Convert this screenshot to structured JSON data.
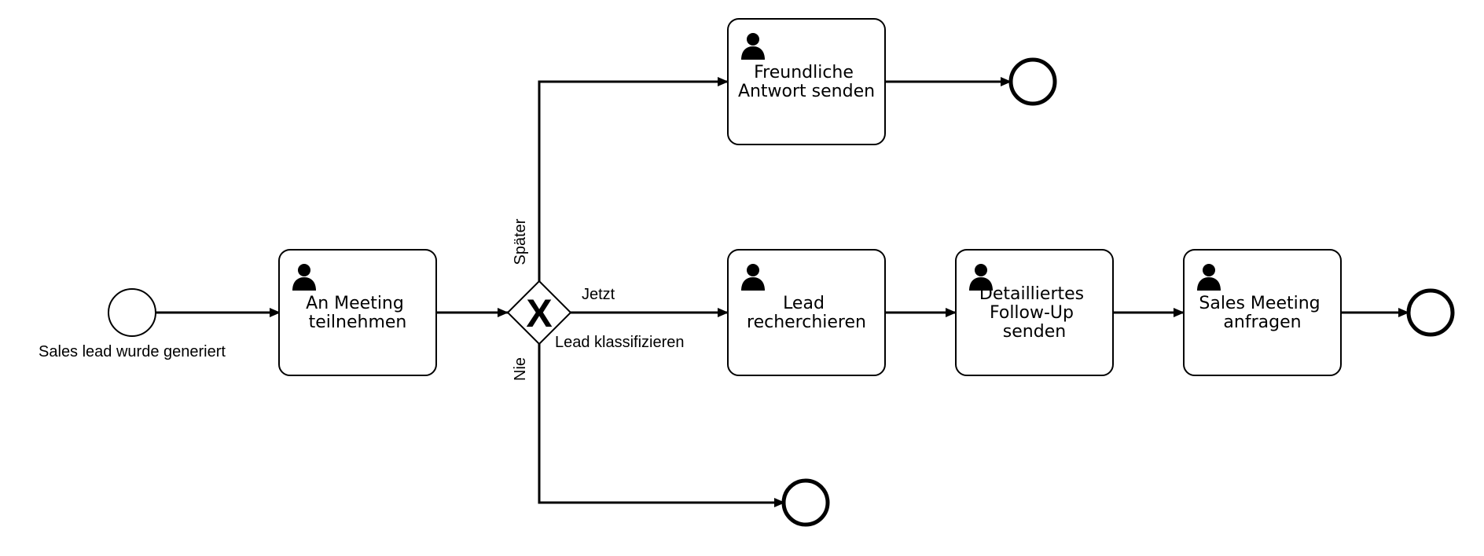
{
  "diagram": {
    "events": {
      "start": {
        "label": "Sales lead wurde generiert"
      }
    },
    "tasks": {
      "meeting": {
        "lines": [
          "An Meeting",
          "teilnehmen"
        ]
      },
      "friendly_reply": {
        "lines": [
          "Freundliche",
          "Antwort senden"
        ]
      },
      "research": {
        "lines": [
          "Lead",
          "recherchieren"
        ]
      },
      "followup": {
        "lines": [
          "Detailliertes",
          "Follow-Up",
          "senden"
        ]
      },
      "sales_meeting": {
        "lines": [
          "Sales Meeting",
          "anfragen"
        ]
      }
    },
    "gateway": {
      "marker": "X",
      "label": "Lead klassifizieren"
    },
    "flow_labels": {
      "later": "Später",
      "now": "Jetzt",
      "never": "Nie"
    },
    "icons": {
      "task_icon": "user-icon",
      "arrow_icon": "arrowhead-icon"
    },
    "colors": {
      "stroke": "#000000",
      "icon": "#555555"
    }
  }
}
